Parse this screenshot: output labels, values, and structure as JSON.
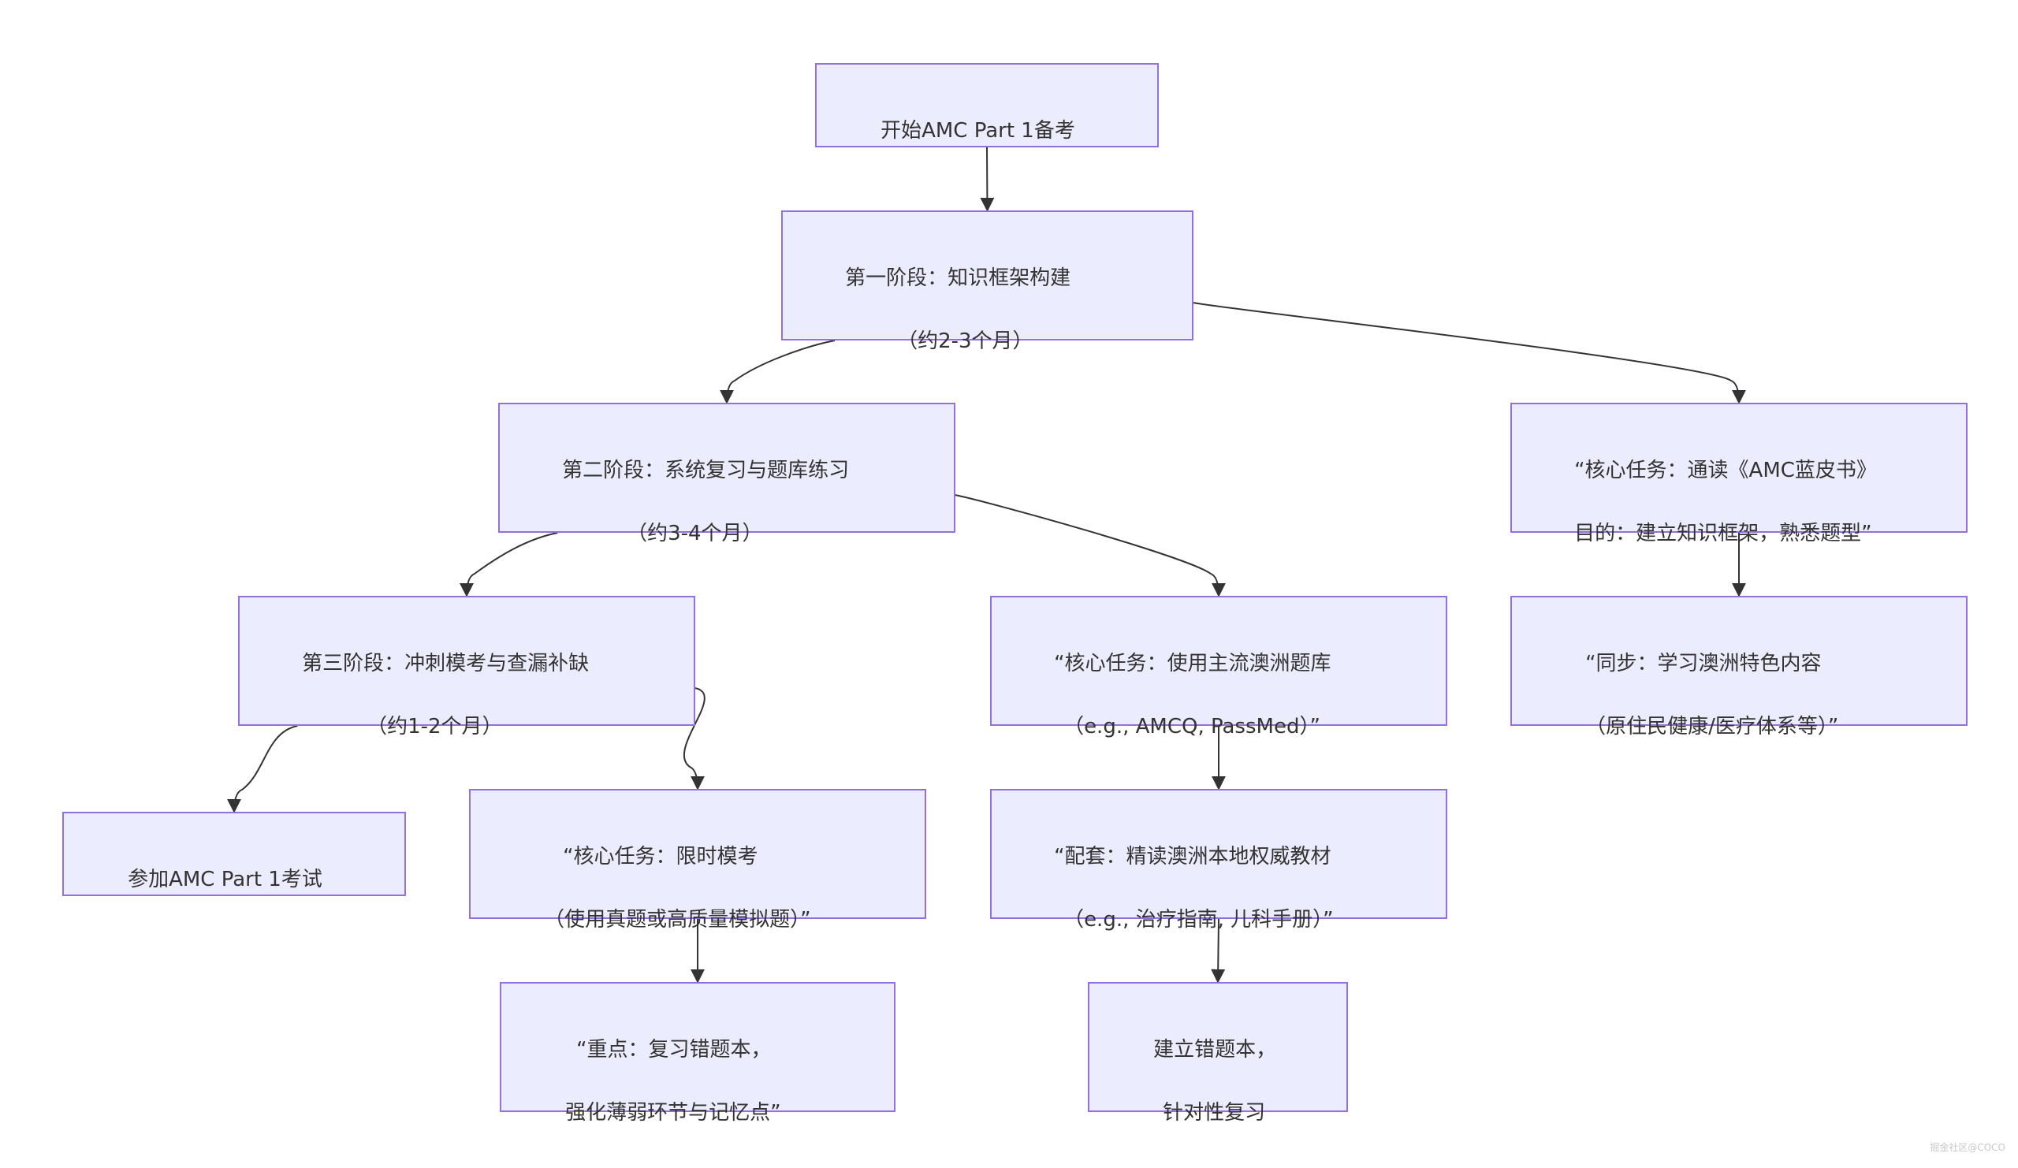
{
  "colors": {
    "node_fill": "#ECECFF",
    "node_border": "#9370DB",
    "edge": "#333333",
    "text": "#333333"
  },
  "nodes": {
    "start": {
      "lines": [
        "开始AMC Part 1备考"
      ]
    },
    "stage1": {
      "lines": [
        "第一阶段：知识框架构建",
        "（约2-3个月）"
      ]
    },
    "stage2": {
      "lines": [
        "第二阶段：系统复习与题库练习",
        "（约3-4个月）"
      ]
    },
    "task1": {
      "lines": [
        "“核心任务：通读《AMC蓝皮书》",
        "目的：建立知识框架，熟悉题型”"
      ]
    },
    "stage3": {
      "lines": [
        "第三阶段：冲刺模考与查漏补缺",
        "（约1-2个月）"
      ]
    },
    "task2": {
      "lines": [
        "“核心任务：使用主流澳洲题库",
        "（e.g., AMCQ, PassMed）”"
      ]
    },
    "sync": {
      "lines": [
        "“同步：学习澳洲特色内容",
        "（原住民健康/医疗体系等）”"
      ]
    },
    "exam": {
      "lines": [
        "参加AMC Part 1考试"
      ]
    },
    "task3": {
      "lines": [
        "“核心任务：限时模考",
        "（使用真题或高质量模拟题）”"
      ]
    },
    "support": {
      "lines": [
        "“配套：精读澳洲本地权威教材",
        "（e.g., 治疗指南, 儿科手册）”"
      ]
    },
    "focus": {
      "lines": [
        "“重点：复习错题本，",
        "强化薄弱环节与记忆点”"
      ]
    },
    "errbook": {
      "lines": [
        "建立错题本，",
        "针对性复习"
      ]
    }
  },
  "edges": [
    [
      "start",
      "stage1"
    ],
    [
      "stage1",
      "stage2"
    ],
    [
      "stage1",
      "task1"
    ],
    [
      "stage2",
      "stage3"
    ],
    [
      "stage2",
      "task2"
    ],
    [
      "task1",
      "sync"
    ],
    [
      "stage3",
      "exam"
    ],
    [
      "stage3",
      "task3"
    ],
    [
      "task2",
      "support"
    ],
    [
      "task3",
      "focus"
    ],
    [
      "support",
      "errbook"
    ]
  ],
  "watermark": "掘金社区@COCO"
}
